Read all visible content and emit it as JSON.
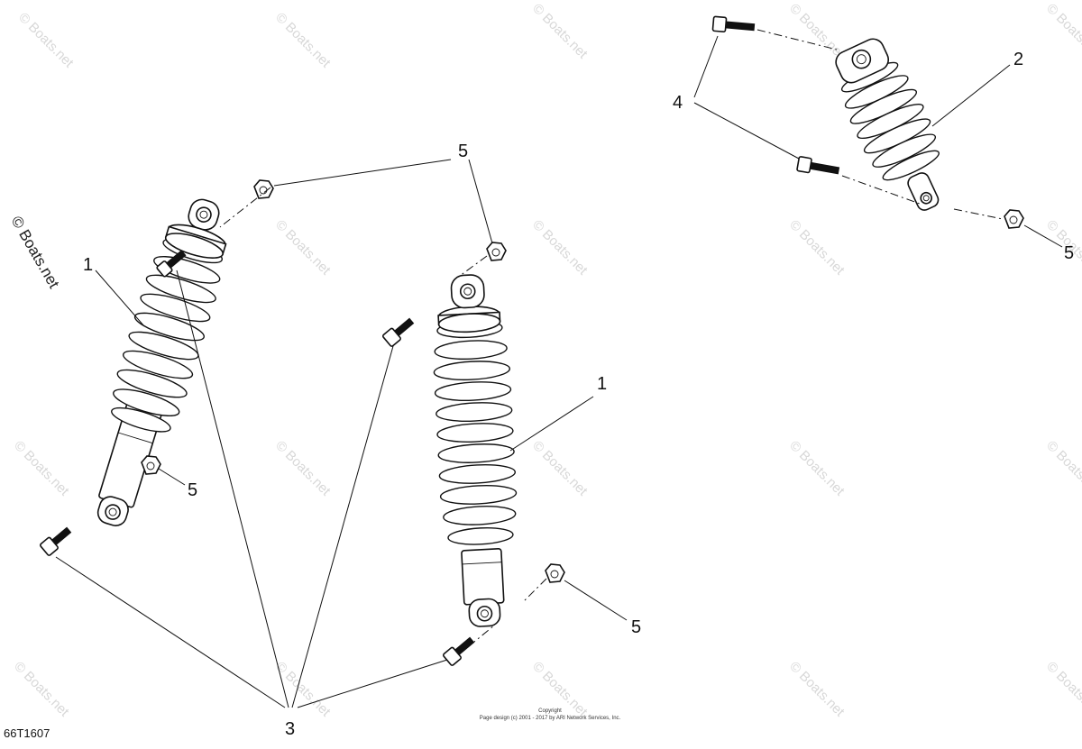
{
  "diagram": {
    "callouts": [
      "1",
      "1",
      "2",
      "3",
      "4",
      "5",
      "5",
      "5",
      "5"
    ],
    "drawing_code": "66T1607",
    "watermark": "© Boats.net",
    "copyright_lines": [
      "Copyright",
      "Page design (c) 2001 - 2017 by ARI Network Services, Inc."
    ]
  }
}
